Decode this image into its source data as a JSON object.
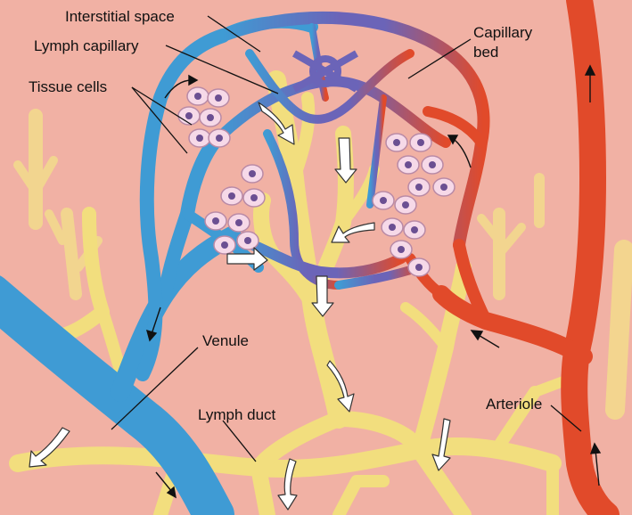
{
  "labels": {
    "interstitial_space": "Interstitial space",
    "lymph_capillary": "Lymph capillary",
    "tissue_cells": "Tissue cells",
    "capillary_bed_line1": "Capillary",
    "capillary_bed_line2": "bed",
    "venule": "Venule",
    "lymph_duct": "Lymph duct",
    "arteriole": "Arteriole"
  },
  "colors": {
    "background": "#f1b1a4",
    "venous": "#3f9bd4",
    "arterial": "#e14a2a",
    "capillary": "#6b64b8",
    "lymph": "#f2de7e",
    "cell": "#f6d9e8",
    "nucleus": "#6b4f92"
  }
}
